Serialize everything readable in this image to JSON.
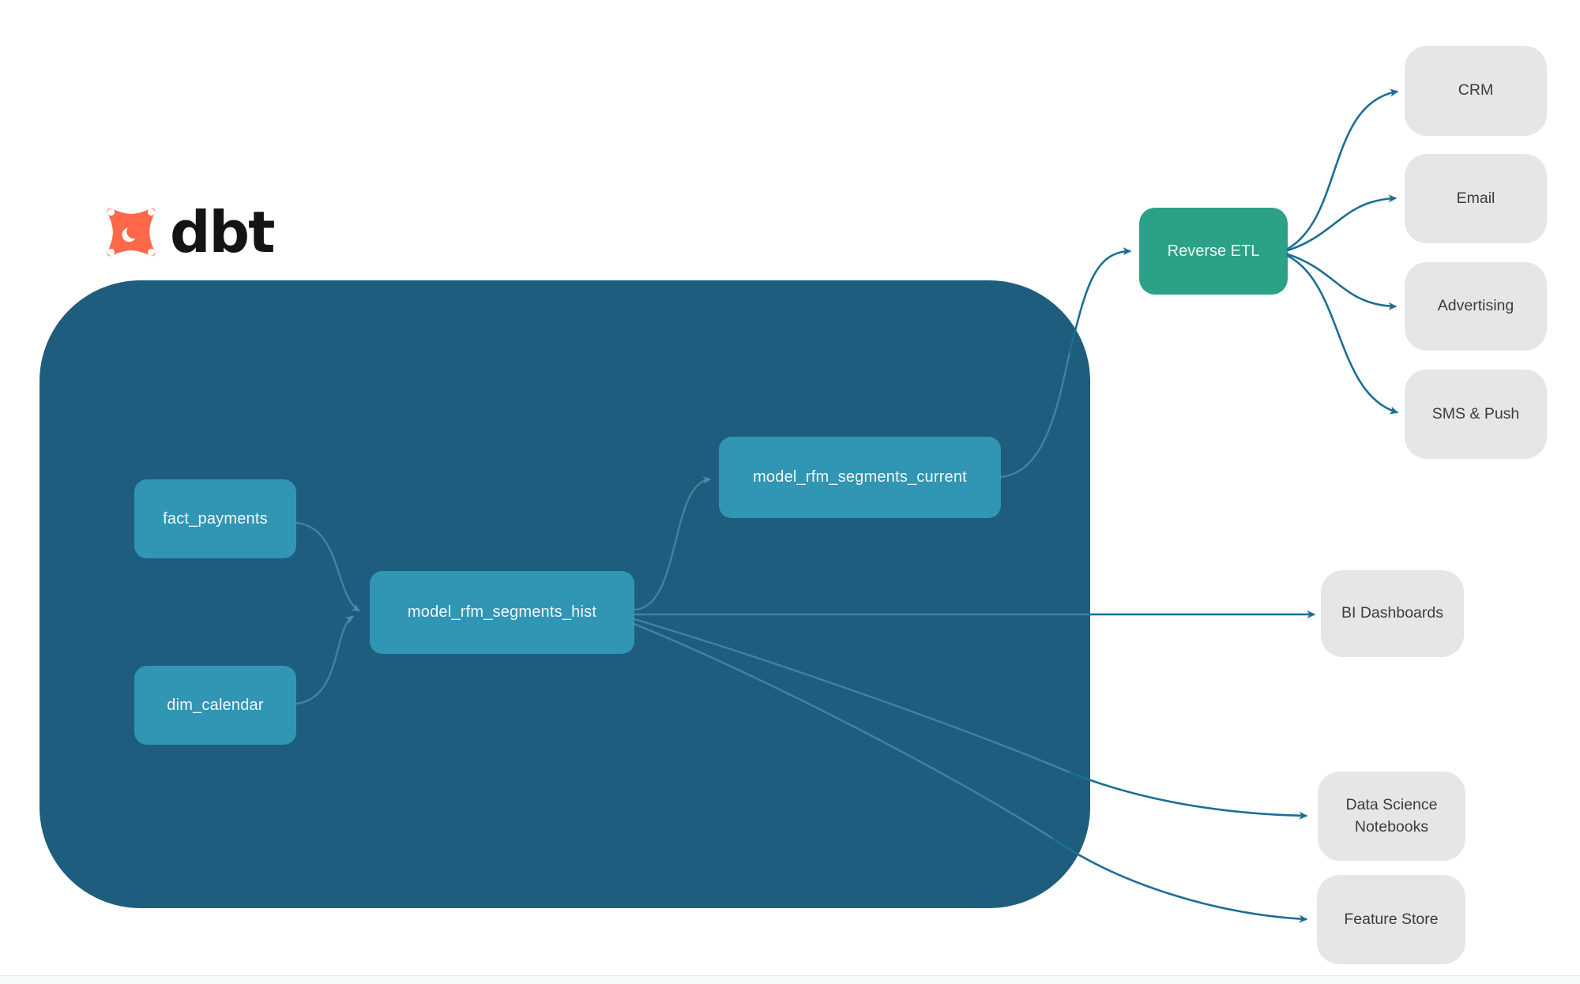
{
  "logo": {
    "brand": "dbt",
    "icon": "dbt-fox-icon"
  },
  "nodes": {
    "fact_payments": {
      "label": "fact_payments",
      "type": "source-table"
    },
    "dim_calendar": {
      "label": "dim_calendar",
      "type": "source-table"
    },
    "model_rfm_segments_hist": {
      "label": "model_rfm_segments_hist",
      "type": "dbt-model"
    },
    "model_rfm_segments_current": {
      "label": "model_rfm_segments_current",
      "type": "dbt-model"
    },
    "reverse_etl": {
      "label": "Reverse ETL",
      "type": "process"
    },
    "crm": {
      "label": "CRM",
      "type": "destination"
    },
    "email": {
      "label": "Email",
      "type": "destination"
    },
    "advertising": {
      "label": "Advertising",
      "type": "destination"
    },
    "sms_push": {
      "label": "SMS & Push",
      "type": "destination"
    },
    "bi_dashboards": {
      "label": "BI Dashboards",
      "type": "destination"
    },
    "ds_notebooks": {
      "label": "Data Science Notebooks",
      "type": "destination"
    },
    "feature_store": {
      "label": "Feature Store",
      "type": "destination"
    }
  },
  "edges": [
    {
      "from": "fact_payments",
      "to": "model_rfm_segments_hist"
    },
    {
      "from": "dim_calendar",
      "to": "model_rfm_segments_hist"
    },
    {
      "from": "model_rfm_segments_hist",
      "to": "model_rfm_segments_current"
    },
    {
      "from": "model_rfm_segments_current",
      "to": "reverse_etl"
    },
    {
      "from": "reverse_etl",
      "to": "crm"
    },
    {
      "from": "reverse_etl",
      "to": "email"
    },
    {
      "from": "reverse_etl",
      "to": "advertising"
    },
    {
      "from": "reverse_etl",
      "to": "sms_push"
    },
    {
      "from": "model_rfm_segments_hist",
      "to": "bi_dashboards"
    },
    {
      "from": "model_rfm_segments_hist",
      "to": "ds_notebooks"
    },
    {
      "from": "model_rfm_segments_hist",
      "to": "feature_store"
    }
  ],
  "colors": {
    "boundary": "#1E5D7D",
    "model_node": "#3195B4",
    "reverse_etl_node": "#2BA287",
    "destination_node": "#E5E6E6",
    "edge_outer": "#1C6E96",
    "edge_inner": "#5FA3BE",
    "logo_orange": "#FF694A",
    "destination_text": "#3C3C3C"
  }
}
